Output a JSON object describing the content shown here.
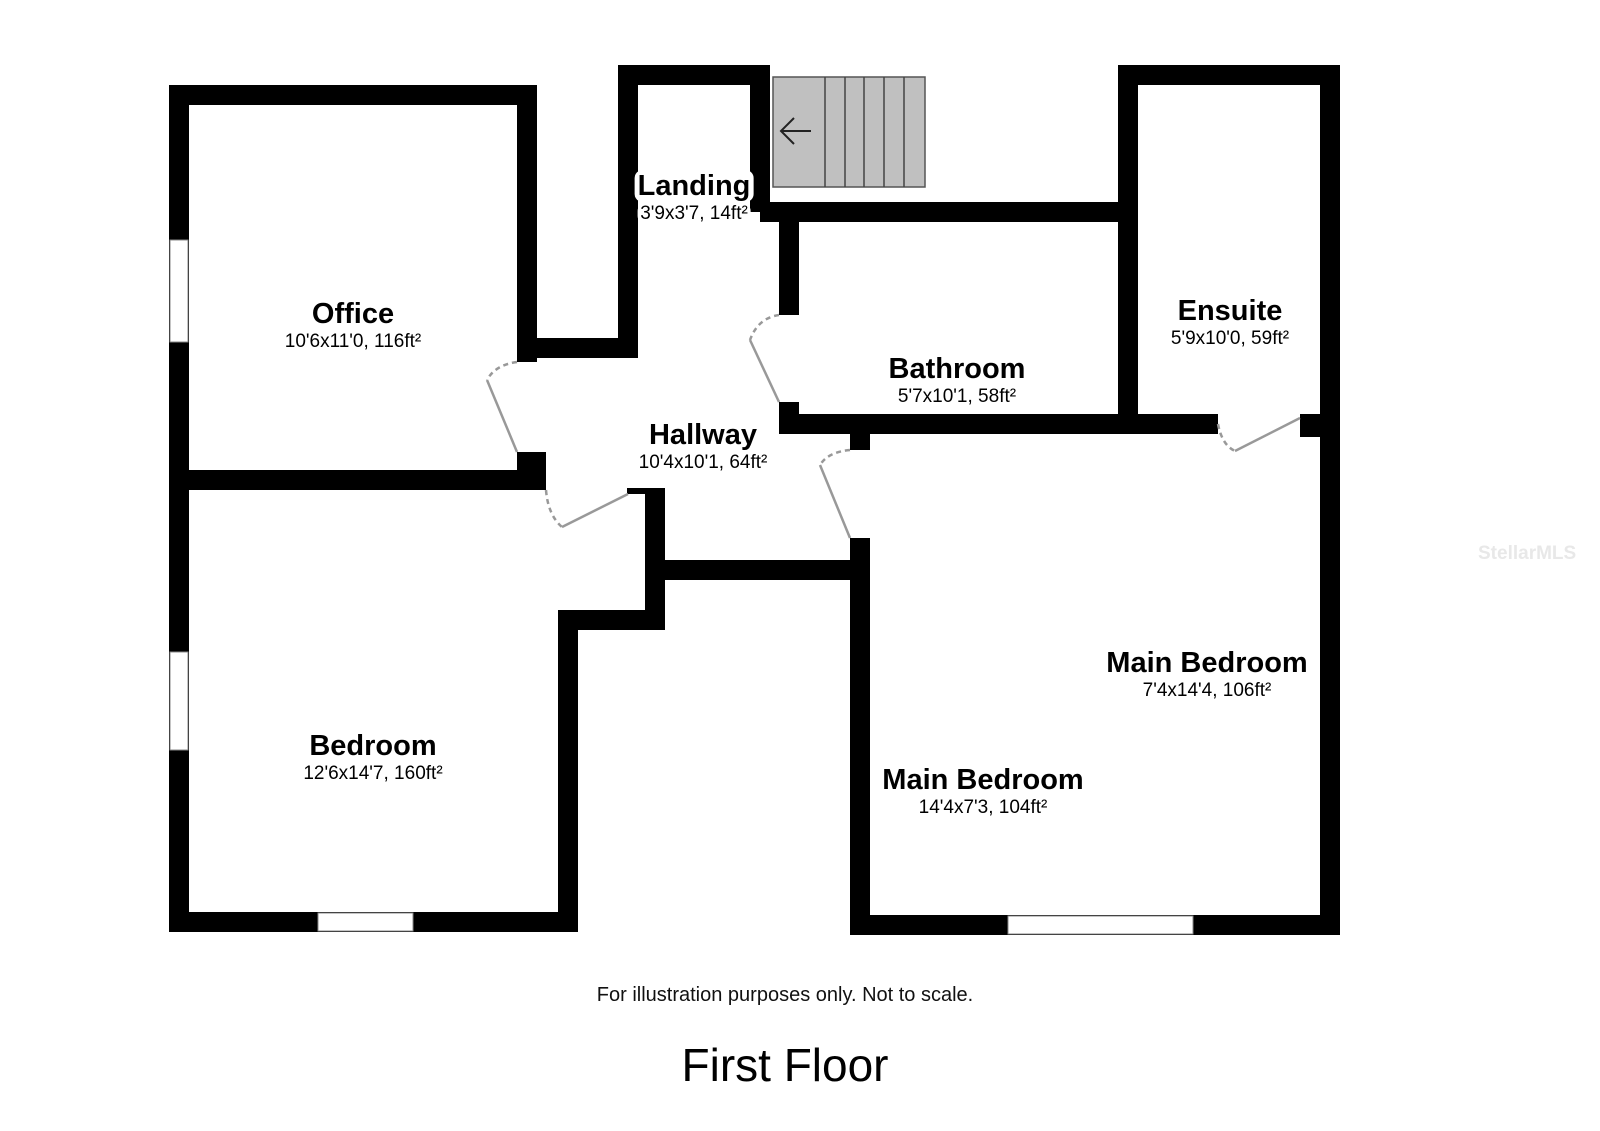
{
  "rooms": [
    {
      "name": "Landing",
      "dims": "3'9x3'7, 14ft²"
    },
    {
      "name": "Office",
      "dims": "10'6x11'0, 116ft²"
    },
    {
      "name": "Ensuite",
      "dims": "5'9x10'0, 59ft²"
    },
    {
      "name": "Bathroom",
      "dims": "5'7x10'1, 58ft²"
    },
    {
      "name": "Hallway",
      "dims": "10'4x10'1, 64ft²"
    },
    {
      "name": "Main Bedroom",
      "dims": "7'4x14'4, 106ft²"
    },
    {
      "name": "Main Bedroom",
      "dims": "14'4x7'3, 104ft²"
    },
    {
      "name": "Bedroom",
      "dims": "12'6x14'7, 160ft²"
    }
  ],
  "note": "For illustration purposes only. Not to scale.",
  "floor_title": "First Floor",
  "watermark": "StellarMLS",
  "colors": {
    "wall": "#000000",
    "stairs": "#c0c0c0",
    "door": "#999999"
  }
}
